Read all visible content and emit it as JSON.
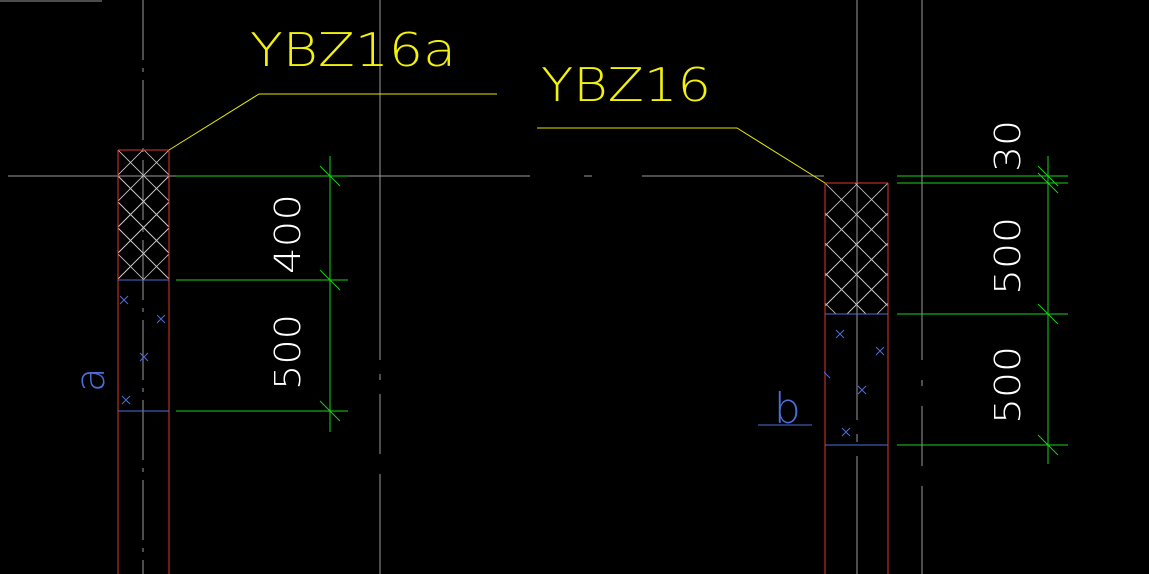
{
  "labels": {
    "left_tag": "YBZ16a",
    "right_tag": "YBZ16"
  },
  "dimensions": {
    "left_upper": "400",
    "left_lower": "500",
    "right_top": "30",
    "right_upper": "500",
    "right_lower": "500"
  },
  "markers": {
    "left": "a",
    "right": "b"
  },
  "colors": {
    "background": "#000000",
    "label_yellow": "#f2f20a",
    "leader_yellow": "#e6e600",
    "dimension_green": "#19d219",
    "dimension_text": "#ffffff",
    "column_red": "#e0362a",
    "hatch_white": "#c8c8c8",
    "axis_gray": "#9a9a9a",
    "marker_blue": "#4a6fd8"
  }
}
